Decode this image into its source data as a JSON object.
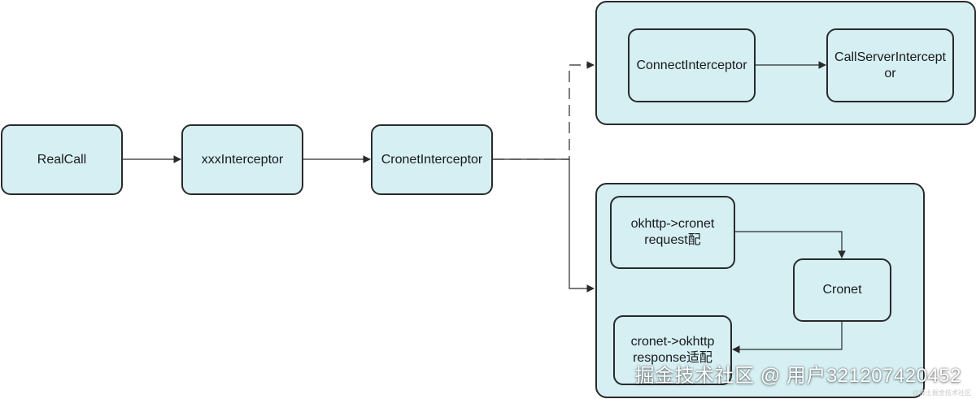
{
  "nodes": {
    "realcall": "RealCall",
    "xxx_interceptor": "xxxInterceptor",
    "cronet_interceptor": "CronetInterceptor",
    "connect_interceptor": "ConnectInterceptor",
    "callserver_interceptor": "CallServerIntercept\nor",
    "okhttp_to_cronet": "okhttp->cronet\nrequest配",
    "cronet": "Cronet",
    "cronet_to_okhttp": "cronet->okhttp\nresponse适配"
  },
  "watermark": {
    "main": "掘金技术社区 @ 用户321207420452",
    "small": "@稀土掘金技术社区"
  },
  "colors": {
    "node_fill": "#d5eff3",
    "stroke": "#2a2a2a"
  }
}
